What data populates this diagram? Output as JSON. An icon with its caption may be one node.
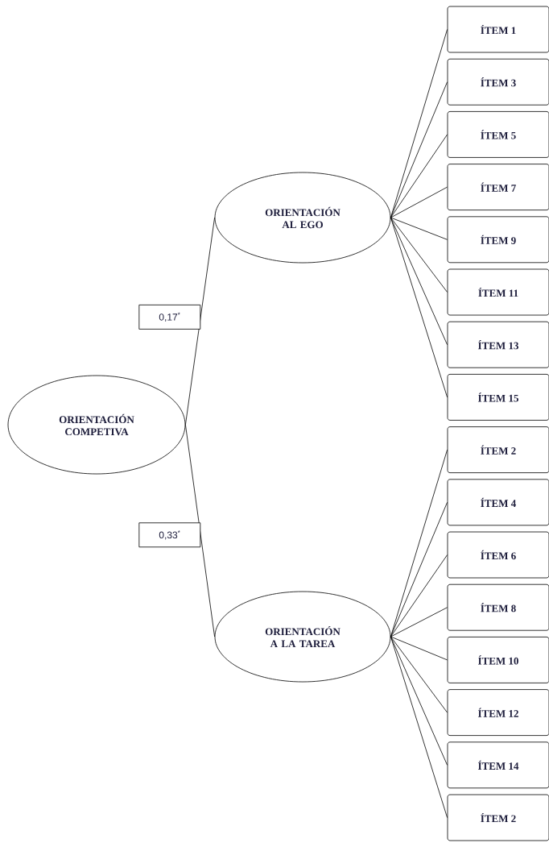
{
  "diagram": {
    "nodes": [
      {
        "text": [
          "ORIENTACIÓN COMPETIVA"
        ]
      },
      {
        "text": [
          "ORIENTACIÓN AL EGO"
        ]
      },
      {
        "text": [
          "ÍTEM 1"
        ]
      },
      {
        "text": [
          "ÍTEM 3"
        ]
      },
      {
        "text": [
          "ÍTEM 5"
        ]
      },
      {
        "text": [
          "ÍTEM 7"
        ]
      },
      {
        "text": [
          "ÍTEM 9"
        ]
      },
      {
        "text": [
          "ÍTEM 11"
        ]
      },
      {
        "text": [
          "ÍTEM 13"
        ]
      },
      {
        "text": [
          "ÍTEM 15"
        ]
      },
      {
        "text": [
          "ORIENTACIÓN A LA TAREA"
        ]
      },
      {
        "text": [
          "ÍTEM 2"
        ]
      },
      {
        "text": [
          "ÍTEM 4"
        ]
      },
      {
        "text": [
          "ÍTEM 6"
        ]
      },
      {
        "text": [
          "ÍTEM 8"
        ]
      },
      {
        "text": [
          "ÍTEM 10"
        ]
      },
      {
        "text": [
          "ÍTEM 12"
        ]
      },
      {
        "text": [
          "ÍTEM 14"
        ]
      },
      {
        "text": [
          "ÍTEM 2"
        ]
      }
    ],
    "edges": [
      {
        "from": 0,
        "to": 1,
        "arrow": "none",
        "label": "0,17$^{*}$"
      },
      {
        "from": 0,
        "to": 10,
        "arrow": "none",
        "label": "0,33$^{*}$"
      },
      {
        "from": 1,
        "to": 2,
        "arrow": "none"
      },
      {
        "from": 1,
        "to": 3,
        "arrow": "none"
      },
      {
        "from": 1,
        "to": 4,
        "arrow": "none"
      },
      {
        "from": 1,
        "to": 5,
        "arrow": "none"
      },
      {
        "from": 1,
        "to": 6,
        "arrow": "none"
      },
      {
        "from": 1,
        "to": 7,
        "arrow": "none"
      },
      {
        "from": 1,
        "to": 8,
        "arrow": "none"
      },
      {
        "from": 1,
        "to": 9,
        "arrow": "none"
      },
      {
        "from": 10,
        "to": 11,
        "arrow": "none"
      },
      {
        "from": 10,
        "to": 12,
        "arrow": "none"
      },
      {
        "from": 10,
        "to": 13,
        "arrow": "none"
      },
      {
        "from": 10,
        "to": 14,
        "arrow": "none"
      },
      {
        "from": 10,
        "to": 15,
        "arrow": "none"
      },
      {
        "from": 10,
        "to": 16,
        "arrow": "none"
      },
      {
        "from": 10,
        "to": 17,
        "arrow": "none"
      },
      {
        "from": 10,
        "to": 18,
        "arrow": "none"
      }
    ]
  }
}
